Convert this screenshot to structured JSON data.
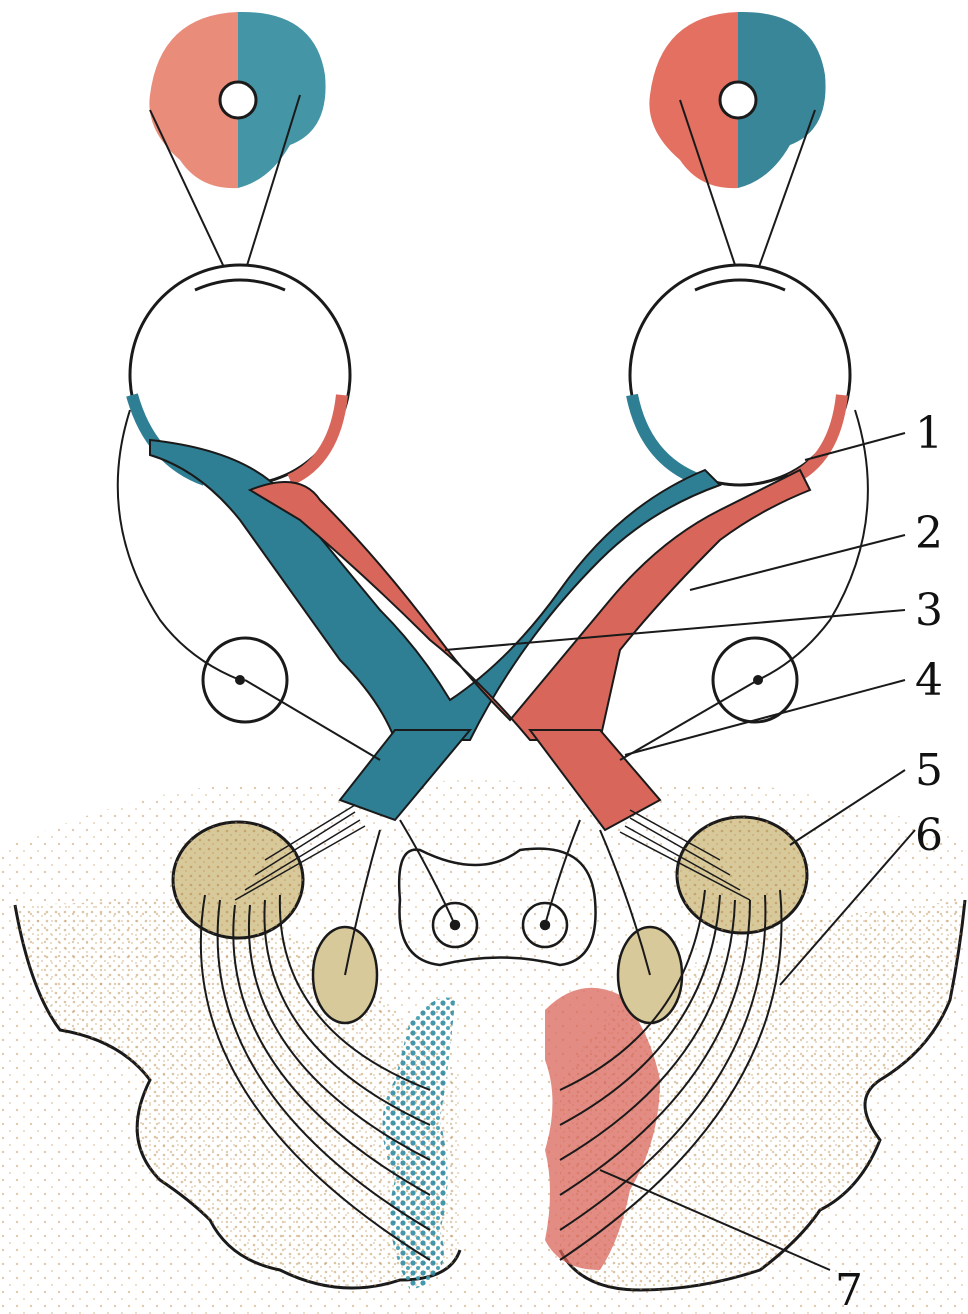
{
  "labels": {
    "l1": "1",
    "l2": "2",
    "l3": "3",
    "l4": "4",
    "l5": "5",
    "l6": "6",
    "l7": "7"
  },
  "colors": {
    "red_pathway": "#d9665a",
    "blue_pathway": "#2f7f94",
    "red_field": "#e7806b",
    "blue_field": "#3a8fa1",
    "nucleus": "#d8c99a",
    "stipple": "#c9a06a",
    "outline": "#1a1a1a"
  }
}
